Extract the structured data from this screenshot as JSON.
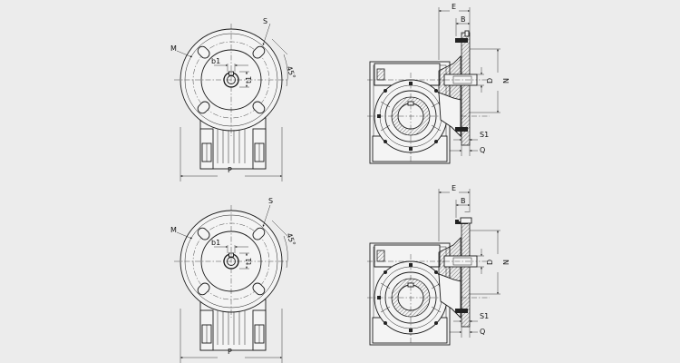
{
  "labels": {
    "S": "S",
    "M": "M",
    "angle": "45°",
    "b1": "b1",
    "t1": "t1",
    "P": "P",
    "E": "E",
    "B": "B",
    "D": "D",
    "N": "N",
    "S1": "S1",
    "Q": "Q"
  }
}
